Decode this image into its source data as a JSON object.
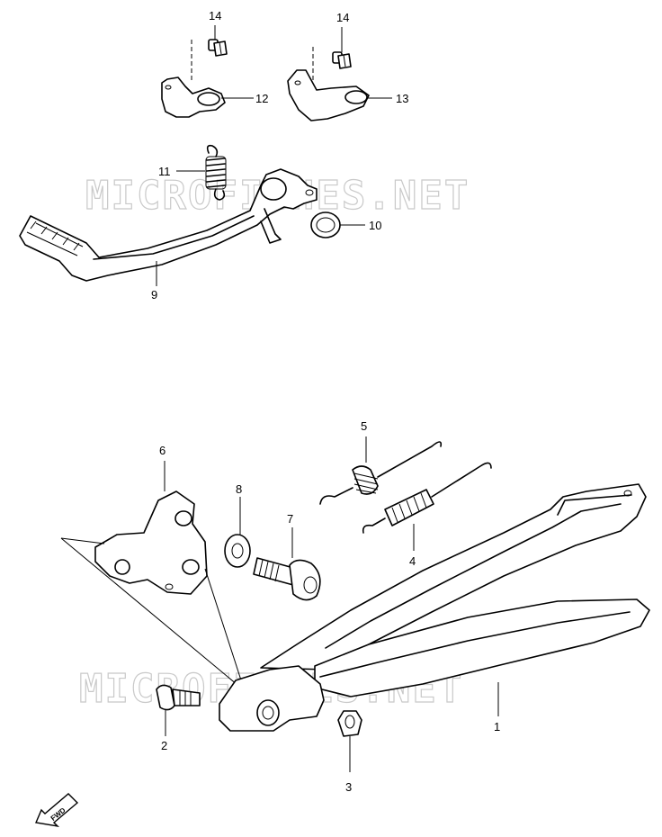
{
  "watermark": "MICROFICHES.NET",
  "callouts": {
    "c1": "1",
    "c2": "2",
    "c3": "3",
    "c4": "4",
    "c5": "5",
    "c6": "6",
    "c7": "7",
    "c8": "8",
    "c9": "9",
    "c10": "10",
    "c11": "11",
    "c12": "12",
    "c13": "13",
    "c14a": "14",
    "c14b": "14"
  },
  "fwd_label": "FWD",
  "icons": [
    "fwd-arrow-icon"
  ]
}
